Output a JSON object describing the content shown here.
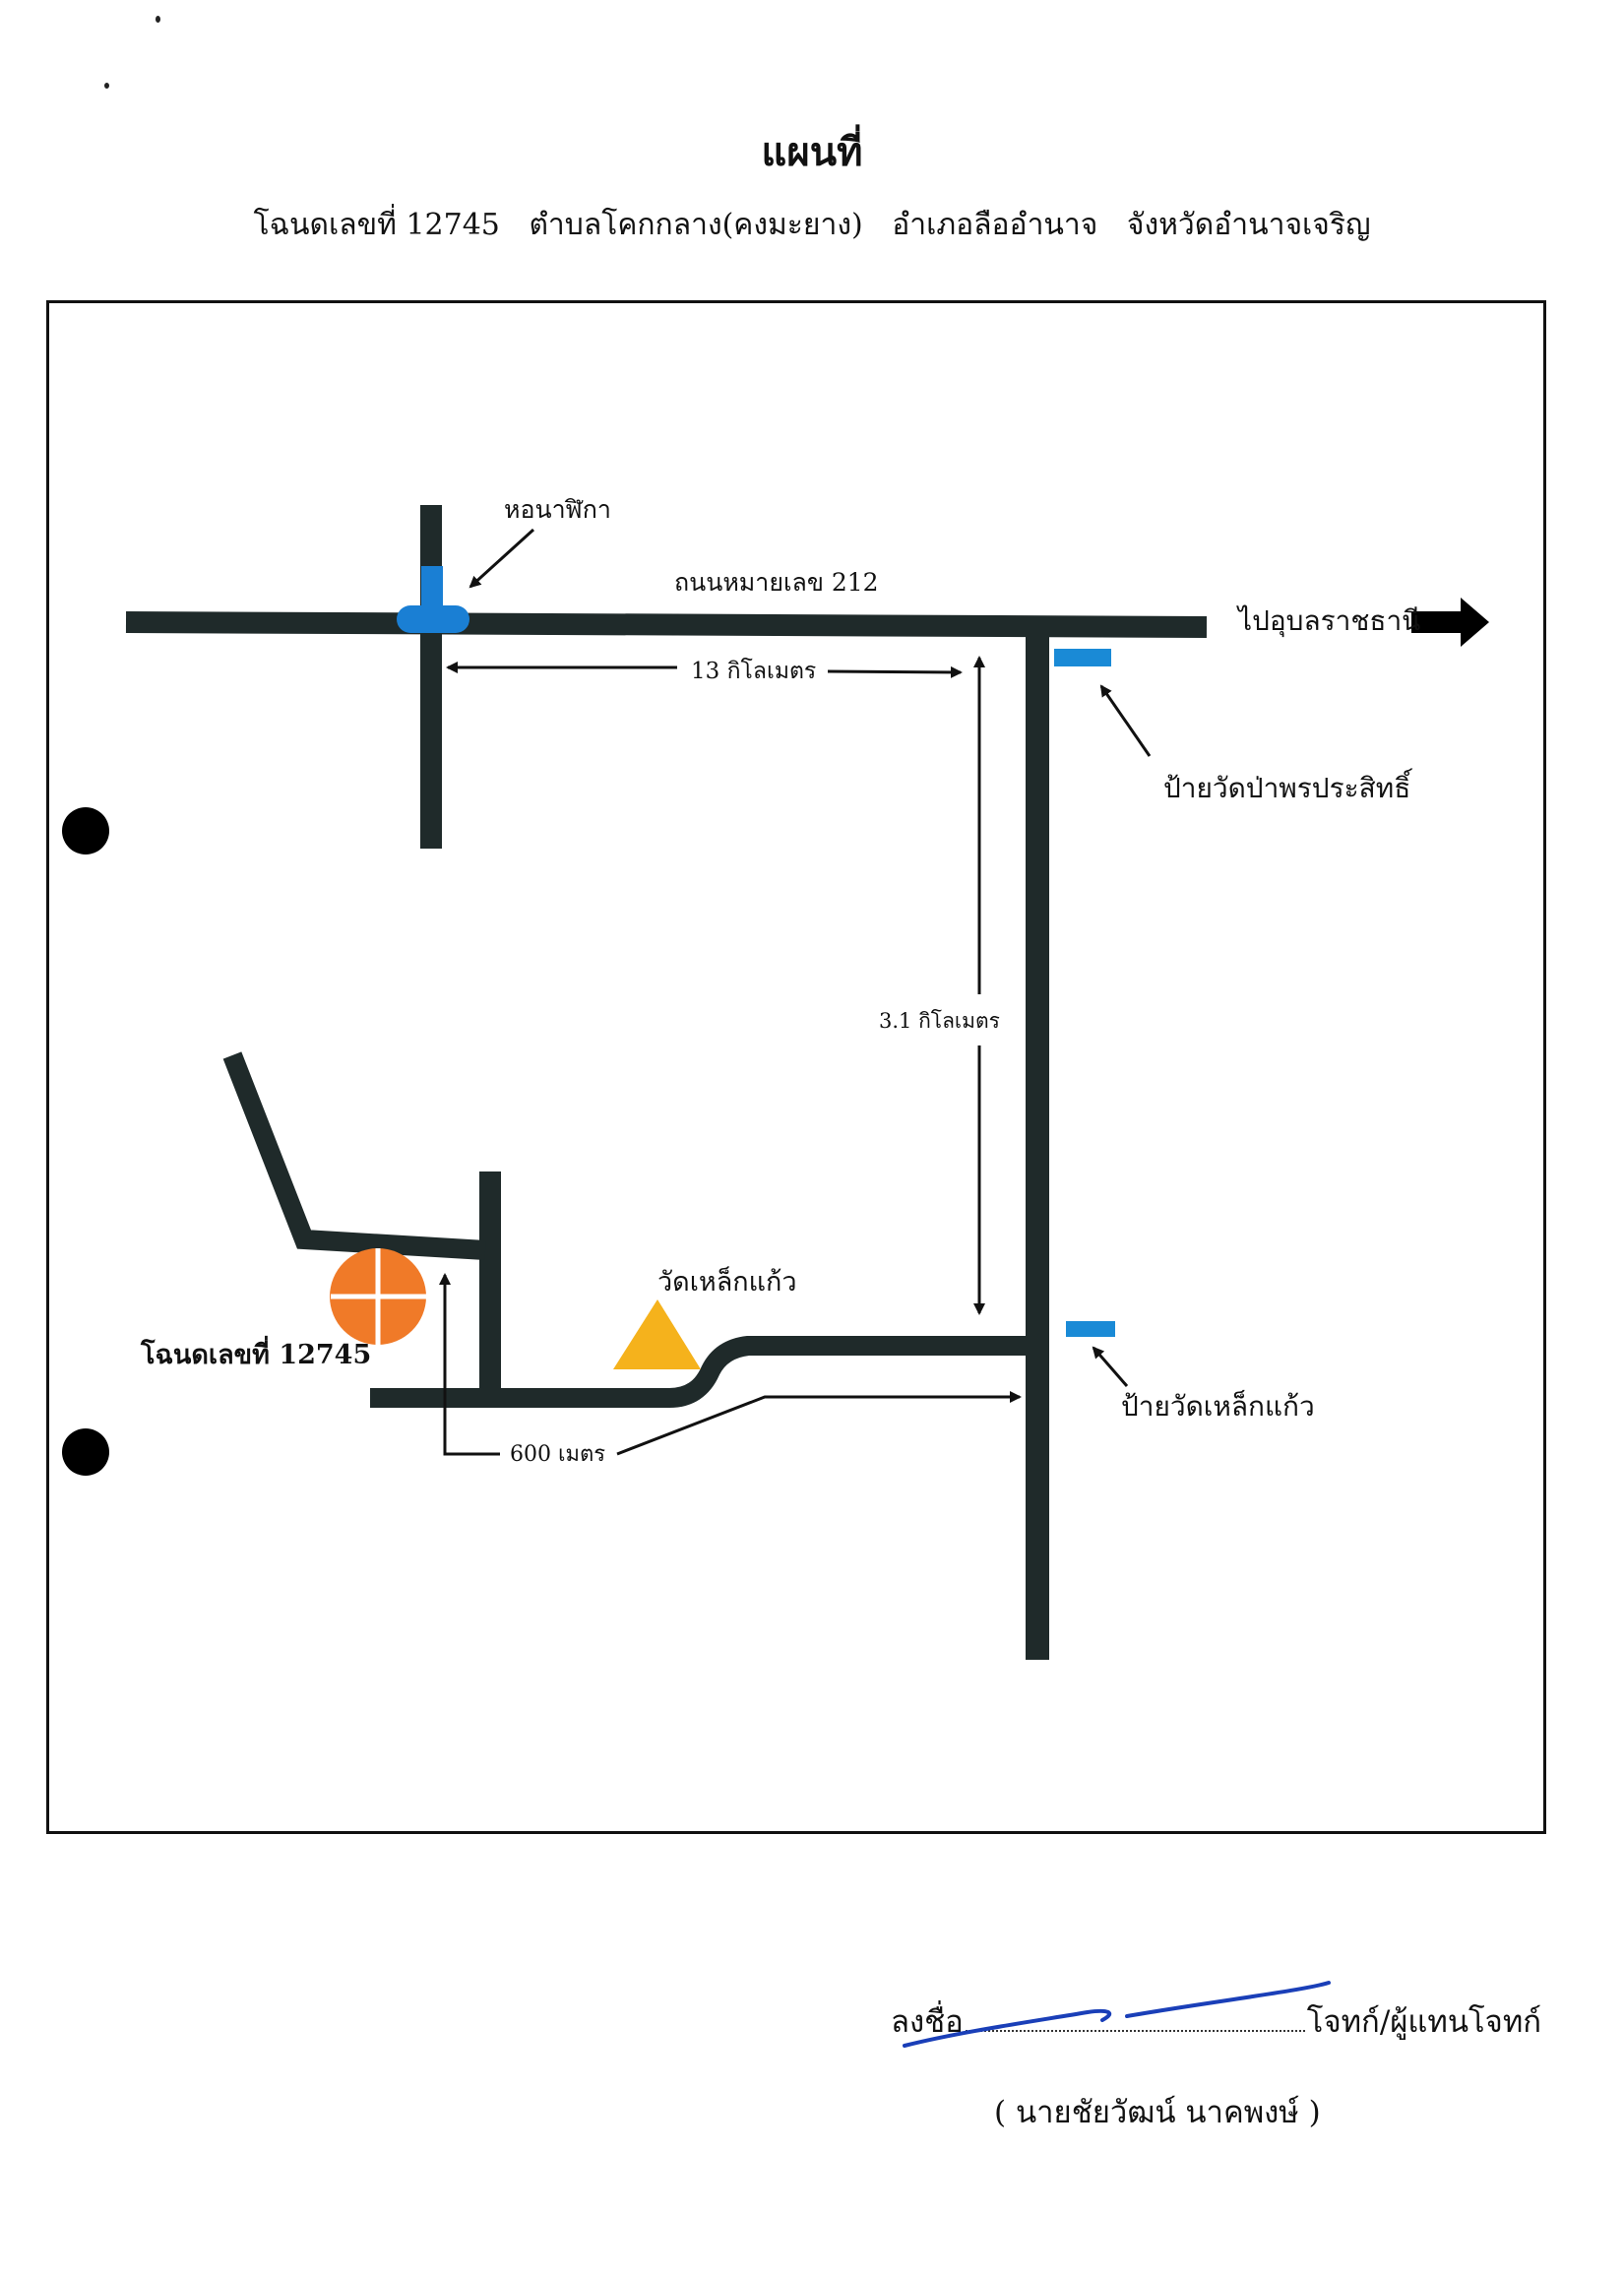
{
  "document": {
    "title": "แผนที่",
    "subtitle": {
      "deed": "โฉนดเลขที่ 12745",
      "subdistrict": "ตำบลโคกกลาง(คงมะยาง)",
      "district": "อำเภอลืออำนาจ",
      "province": "จังหวัดอำนาจเจริญ"
    }
  },
  "map": {
    "labels": {
      "clock_tower": "หอนาฬิกา",
      "highway": "ถนนหมายเลข 212",
      "to_ubon": "ไปอุบลราชธานี",
      "distance_13km": "13 กิโลเมตร",
      "sign_wat_pa": "ป้ายวัดป่าพรประสิทธิ์",
      "distance_3_1km": "3.1  กิโลเมตร",
      "wat_lek_kaeo": "วัดเหล็กแก้ว",
      "deed_plot": "โฉนดเลขที่  12745",
      "sign_wat_lek": "ป้ายวัดเหล็กแก้ว",
      "distance_600m": "600  เมตร"
    },
    "colors": {
      "road": "#1f2a2a",
      "clock_tower": "#1a7fd4",
      "temple_sign": "#1a8ad6",
      "temple": "#f5b21c",
      "plot": "#f07a28",
      "arrow": "#111111"
    }
  },
  "signature": {
    "sign_label": "ลงชื่อ",
    "role": "โจทก์/ผู้แทนโจทก์",
    "name": "( นายชัยวัฒน์  นาคพงษ์ )",
    "ink_color": "#1a3fb8"
  }
}
